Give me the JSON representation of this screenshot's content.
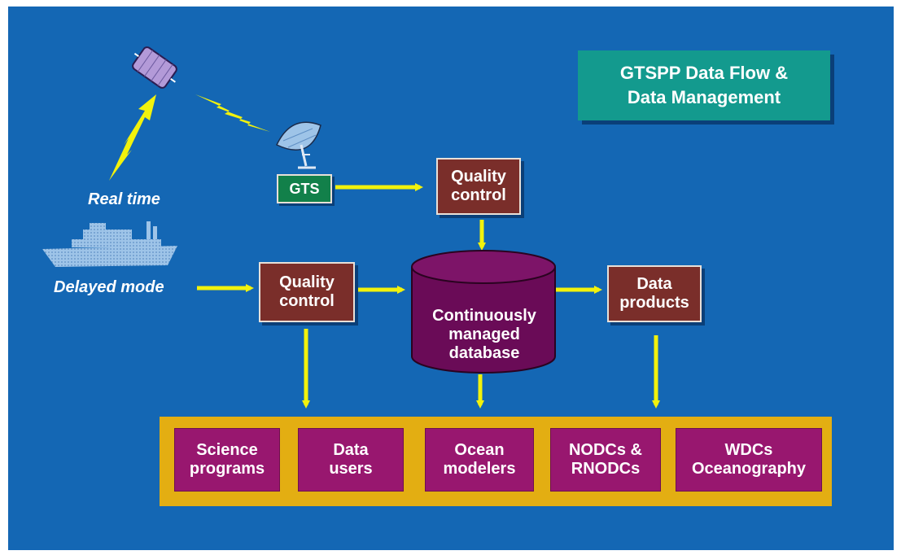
{
  "title": "GTSPP Data Flow &\nData Management",
  "labels": {
    "real_time": "Real time",
    "delayed_mode": "Delayed mode",
    "gts": "GTS"
  },
  "nodes": {
    "qc_realtime": "Quality\ncontrol",
    "qc_delayed": "Quality\ncontrol",
    "database": "Continuously\nmanaged\ndatabase",
    "data_products": "Data\nproducts"
  },
  "users": [
    {
      "label": "Science\nprograms"
    },
    {
      "label": "Data\nusers"
    },
    {
      "label": "Ocean\nmodelers"
    },
    {
      "label": "NODCs &\nRNODCs"
    },
    {
      "label": "WDCs\nOceanography"
    }
  ],
  "colors": {
    "background": "#1467b4",
    "arrow": "#f2f20c",
    "node": "#7a2e2a",
    "user_box": "#98176f",
    "user_panel": "#e3ae12",
    "title_box": "#139a8e",
    "gts_box": "#12804a"
  },
  "icons": [
    "satellite-icon",
    "lightning-icon",
    "satellite-dish-icon",
    "ship-icon"
  ]
}
